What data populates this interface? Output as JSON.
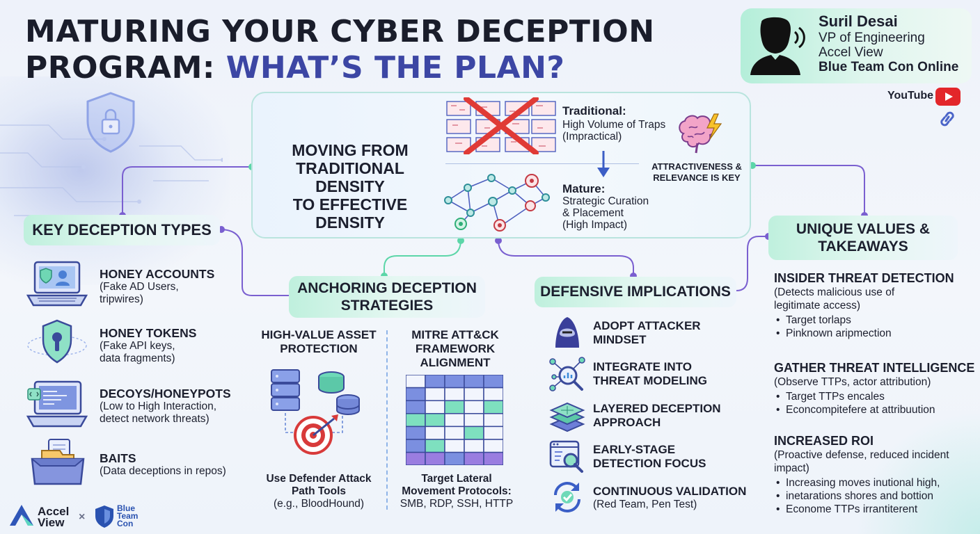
{
  "title": {
    "line1": "MATURING YOUR CYBER DECEPTION",
    "line2_start": "PROGRAM: ",
    "line2_accent": "WHAT’S THE PLAN?"
  },
  "speaker": {
    "name": "Suril Desai",
    "role": "VP of Engineering",
    "company": "Accel View",
    "event": "Blue Team Con Online"
  },
  "links": {
    "youtube": "YouTube"
  },
  "central": {
    "title": [
      "MOVING FROM",
      "TRADITIONAL DENSITY",
      "TO EFFECTIVE DENSITY"
    ],
    "traditional": {
      "label": "Traditional:",
      "desc": [
        "High Volume of Traps",
        "(Impractical)"
      ]
    },
    "mature": {
      "label": "Mature:",
      "desc": [
        "Strategic Curation",
        "& Placement",
        "(High Impact)"
      ]
    },
    "attractiveness": [
      "ATTRACTIVENESS &",
      "RELEVANCE IS KEY"
    ]
  },
  "key_types": {
    "header": "KEY DECEPTION TYPES",
    "items": [
      {
        "title": "HONEY ACCOUNTS",
        "desc": [
          "(Fake AD Users,",
          "tripwires)"
        ],
        "icon": "laptop-user-icon"
      },
      {
        "title": "HONEY TOKENS",
        "desc": [
          "(Fake API keys,",
          "data fragments)"
        ],
        "icon": "shield-key-icon"
      },
      {
        "title": "DECOYS/HONEYPOTS",
        "desc": [
          "(Low to High Interaction,",
          "detect network threats)"
        ],
        "icon": "laptop-code-icon"
      },
      {
        "title": "BAITS",
        "desc": [
          "(Data deceptions in repos)"
        ],
        "icon": "file-box-icon"
      }
    ]
  },
  "anchoring": {
    "header": [
      "ANCHORING DECEPTION",
      "STRATEGIES"
    ],
    "col1": {
      "title": [
        "HIGH-VALUE ASSET",
        "PROTECTION"
      ],
      "caption_bold": [
        "Use Defender Attack",
        "Path Tools"
      ],
      "caption": "(e.g., BloodHound)"
    },
    "col2": {
      "title": [
        "MITRE ATT&CK",
        "FRAMEWORK",
        "ALIGNMENT"
      ],
      "caption_bold": [
        "Target Lateral",
        "Movement Protocols:"
      ],
      "caption": "SMB, RDP, SSH, HTTP"
    }
  },
  "defensive": {
    "header": "DEFENSIVE IMPLICATIONS",
    "items": [
      {
        "title": [
          "ADOPT ATTACKER",
          "MINDSET"
        ],
        "desc": "",
        "icon": "hacker-icon"
      },
      {
        "title": [
          "INTEGRATE INTO",
          "THREAT MODELING"
        ],
        "desc": "",
        "icon": "network-search-icon"
      },
      {
        "title": [
          "LAYERED DECEPTION",
          "APPROACH"
        ],
        "desc": "",
        "icon": "layers-icon"
      },
      {
        "title": [
          "EARLY-STAGE",
          "DETECTION FOCUS"
        ],
        "desc": "",
        "icon": "dashboard-search-icon"
      },
      {
        "title": [
          "CONTINUOUS VALIDATION"
        ],
        "desc": "(Red Team, Pen Test)",
        "icon": "refresh-check-icon"
      }
    ]
  },
  "unique_values": {
    "header": [
      "UNIQUE VALUES &",
      "TAKEAWAYS"
    ],
    "sections": [
      {
        "title": "INSIDER THREAT DETECTION",
        "desc": [
          "(Detects malicious use of",
          "legitimate access)"
        ],
        "bullets": [
          "Target torlaps",
          "Pinknown aripmection"
        ]
      },
      {
        "title": "GATHER THREAT INTELLIGENCE",
        "desc": [
          "(Observe TTPs, actor attribution)"
        ],
        "bullets": [
          "Target TTPs encales",
          "Econcompitefere at attribuution"
        ]
      },
      {
        "title": "INCREASED ROI",
        "desc": [
          "(Proactive defense, reduced incident",
          "impact)"
        ],
        "bullets": [
          "Increasing moves inutional high,",
          "inetarations shores and bottion",
          "Econome TTPs irrantiterent"
        ]
      }
    ]
  },
  "footer": {
    "brand1": [
      "Accel",
      "View"
    ],
    "times": "×",
    "brand2": [
      "Blue",
      "Team",
      "Con"
    ]
  },
  "colors": {
    "accent": "#3c46a4",
    "mint": "#5cd6a8",
    "purple": "#7a5fd0",
    "red": "#d93a3a"
  }
}
